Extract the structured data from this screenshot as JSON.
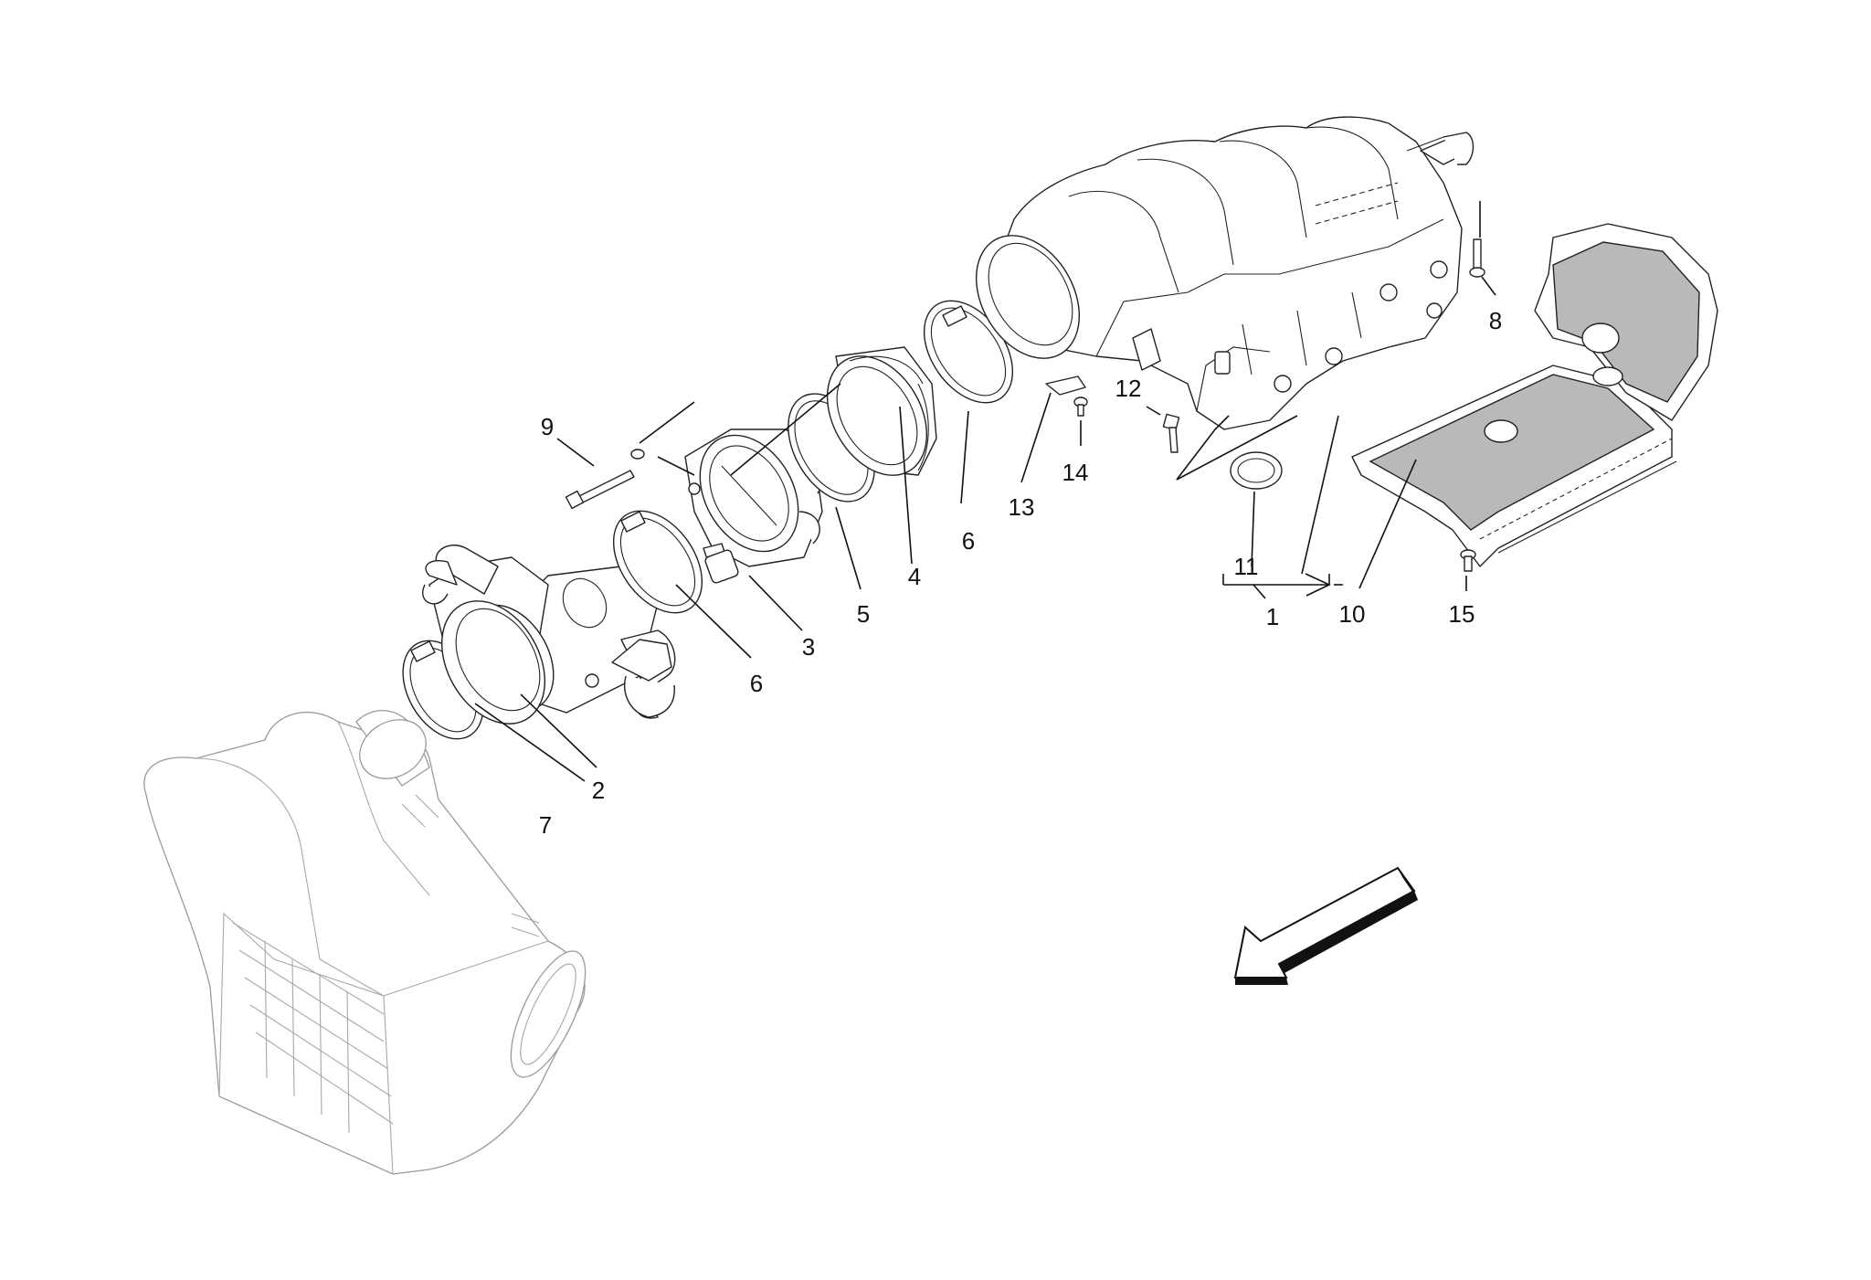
{
  "diagram": {
    "callouts": [
      {
        "id": "c1",
        "label": "1"
      },
      {
        "id": "c2",
        "label": "2"
      },
      {
        "id": "c3",
        "label": "3"
      },
      {
        "id": "c4",
        "label": "4"
      },
      {
        "id": "c5",
        "label": "5"
      },
      {
        "id": "c6a",
        "label": "6"
      },
      {
        "id": "c6b",
        "label": "6"
      },
      {
        "id": "c7",
        "label": "7"
      },
      {
        "id": "c8",
        "label": "8"
      },
      {
        "id": "c9",
        "label": "9"
      },
      {
        "id": "c10",
        "label": "10"
      },
      {
        "id": "c11",
        "label": "11"
      },
      {
        "id": "c12",
        "label": "12"
      },
      {
        "id": "c13",
        "label": "13"
      },
      {
        "id": "c14",
        "label": "14"
      },
      {
        "id": "c15",
        "label": "15"
      }
    ],
    "direction_arrow": "direction-arrow-icon"
  }
}
